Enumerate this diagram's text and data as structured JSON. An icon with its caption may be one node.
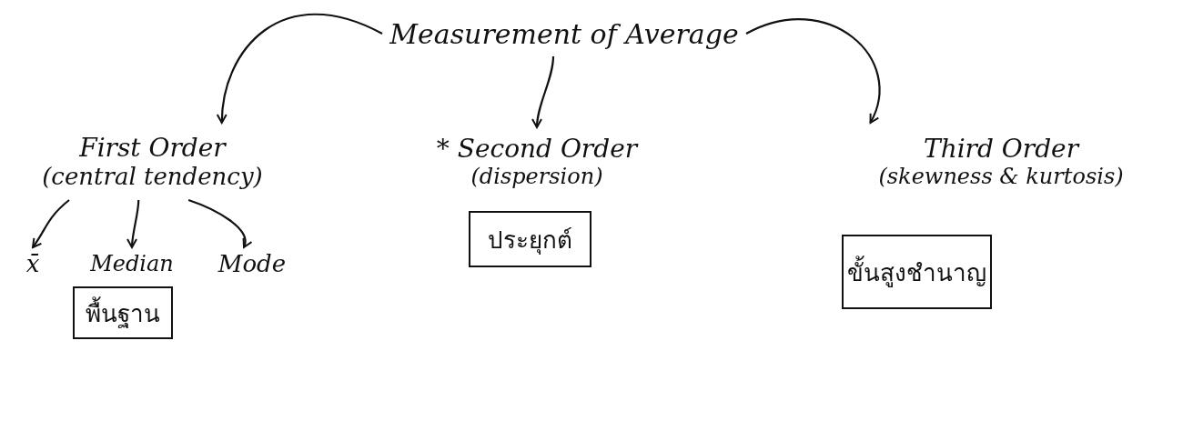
{
  "diagram": {
    "nodes": [
      {
        "text": [
          "Measurement of Average"
        ]
      },
      {
        "text": [
          "First Order",
          "(central tendency)"
        ]
      },
      {
        "text": [
          "* Second Order",
          "(dispersion)"
        ]
      },
      {
        "text": [
          "Third Order",
          "(skewness & kurtosis)"
        ]
      },
      {
        "text": [
          "x̄"
        ]
      },
      {
        "text": [
          "Median"
        ]
      },
      {
        "text": [
          "Mode"
        ]
      },
      {
        "text": [
          "พื้นฐาน"
        ]
      },
      {
        "text": [
          "ประยุกต์"
        ]
      },
      {
        "text": [
          "ขั้นสูงชำนาญ"
        ]
      }
    ],
    "edges": [
      {
        "from": 0,
        "to": 1,
        "arrow": "to"
      },
      {
        "from": 0,
        "to": 2,
        "arrow": "to"
      },
      {
        "from": 0,
        "to": 3,
        "arrow": "to"
      },
      {
        "from": 1,
        "to": 4,
        "arrow": "to"
      },
      {
        "from": 1,
        "to": 5,
        "arrow": "to"
      },
      {
        "from": 1,
        "to": 6,
        "arrow": "to"
      }
    ]
  }
}
